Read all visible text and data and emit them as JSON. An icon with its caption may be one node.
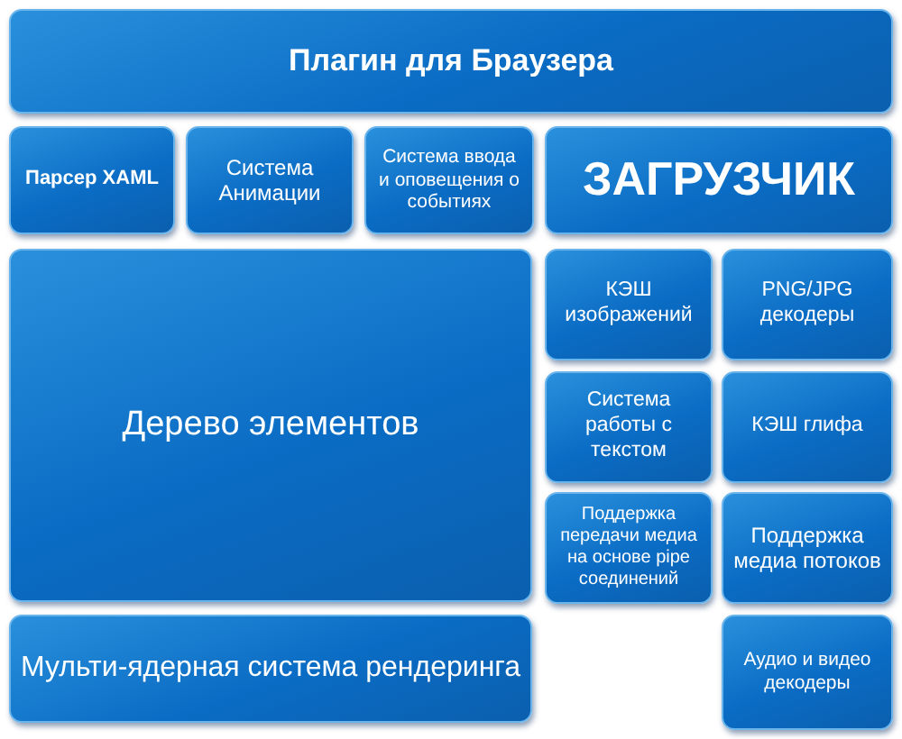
{
  "diagram": {
    "nodes": [
      {
        "text": [
          "Плагин для Браузера"
        ]
      },
      {
        "text": [
          "Парсер XAML"
        ]
      },
      {
        "text": [
          "Система Анимации"
        ]
      },
      {
        "text": [
          "Система ввода и оповещения о событиях"
        ]
      },
      {
        "text": [
          "ЗАГРУЗЧИК"
        ]
      },
      {
        "text": [
          "Дерево элементов"
        ]
      },
      {
        "text": [
          "КЭШ изображений"
        ]
      },
      {
        "text": [
          "PNG/JPG декодеры"
        ]
      },
      {
        "text": [
          "Система работы с текстом"
        ]
      },
      {
        "text": [
          "КЭШ глифа"
        ]
      },
      {
        "text": [
          "Поддержка передачи медиа на основе pipe соединений"
        ]
      },
      {
        "text": [
          "Поддержка медиа потоков"
        ]
      },
      {
        "text": [
          "Мульти-ядерная система рендеринга"
        ]
      },
      {
        "text": [
          "Аудио и видео декодеры"
        ]
      }
    ]
  }
}
